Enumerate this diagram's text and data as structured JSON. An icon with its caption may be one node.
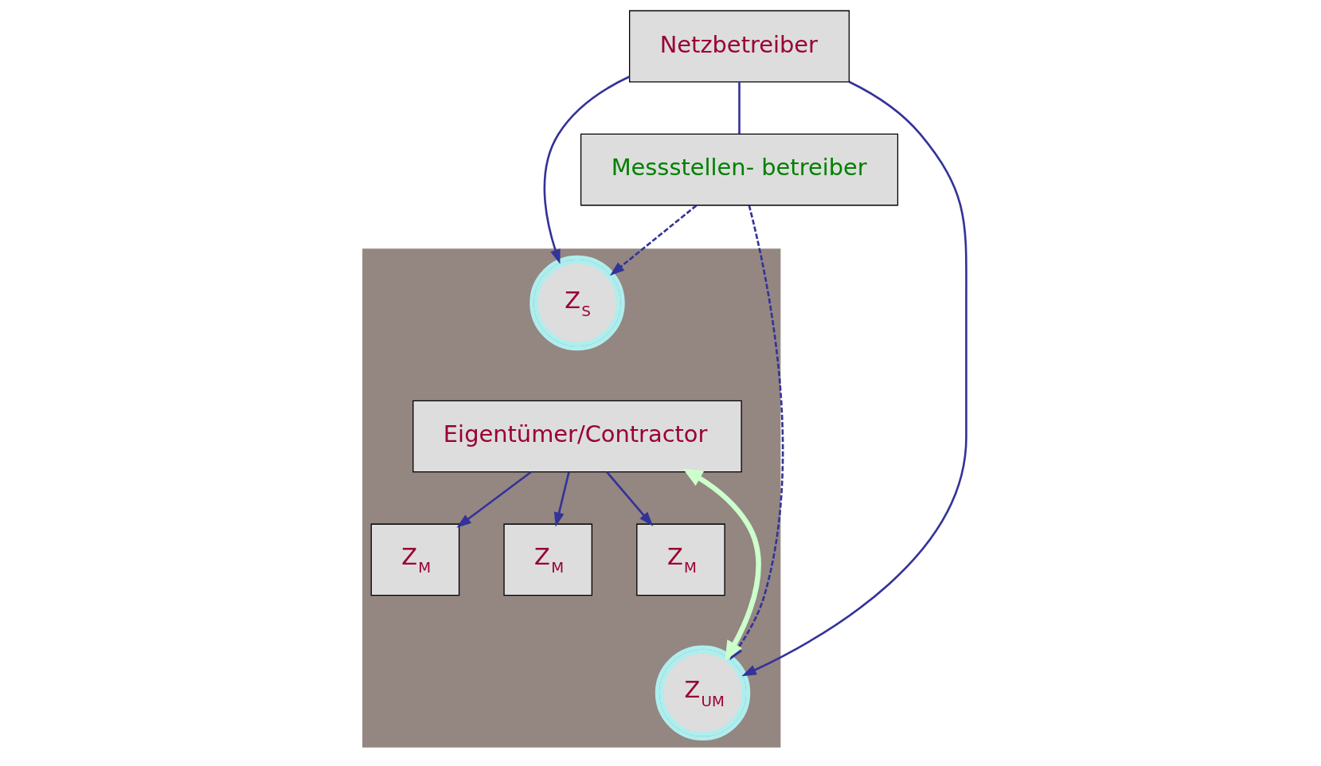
{
  "diagram": {
    "nodes": [
      {
        "text": [
          "Netzbetreiber"
        ]
      },
      {
        "text": [
          "Messstellen- betreiber"
        ]
      },
      {
        "text": [],
        "shape": "box"
      },
      {
        "text": [
          "Z$_{S}$"
        ],
        "in": 2
      },
      {
        "text": [
          "Eigentümer/Contractor"
        ],
        "in": 2
      },
      {
        "text": [
          "Z$_{M}$"
        ],
        "in": 2
      },
      {
        "text": [
          "Z$_{M}$"
        ],
        "in": 2
      },
      {
        "text": [
          "Z$_{M}$"
        ],
        "in": 2
      },
      {
        "text": [
          "Z$_{UM}$"
        ],
        "in": 2
      }
    ],
    "edges": [
      {
        "from": 0,
        "to": 1,
        "arrow": "none"
      },
      {
        "from": 0,
        "to": 3,
        "arrow": "to"
      },
      {
        "from": 1,
        "to": 3,
        "arrow": "to",
        "style": "dashed"
      },
      {
        "from": 4,
        "to": 5,
        "arrow": "to"
      },
      {
        "from": 4,
        "to": 6,
        "arrow": "to"
      },
      {
        "from": 4,
        "to": 7,
        "arrow": "to"
      },
      {
        "from": 0,
        "to": 8,
        "arrow": "to"
      },
      {
        "from": 1,
        "to": 8,
        "arrow": "to",
        "style": "dashed"
      },
      {
        "from": 4,
        "to": 8,
        "arrow": "both",
        "style": "thick",
        "color": "#ccffcc"
      }
    ]
  }
}
